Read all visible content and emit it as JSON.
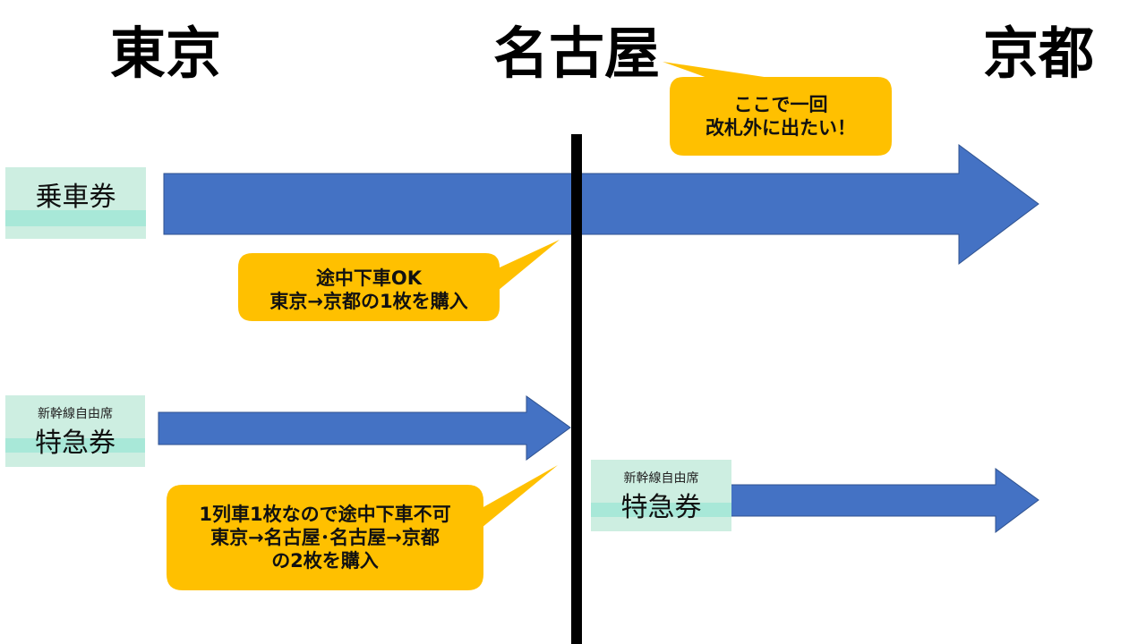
{
  "stations": {
    "tokyo": "東京",
    "nagoya": "名古屋",
    "kyoto": "京都"
  },
  "tickets": {
    "jousha": {
      "label": "乗車券"
    },
    "tokkyu_tokyo_nagoya": {
      "sublabel": "新幹線自由席",
      "label": "特急券"
    },
    "tokkyu_nagoya_kyoto": {
      "sublabel": "新幹線自由席",
      "label": "特急券"
    }
  },
  "callouts": {
    "exit_gate": {
      "line1": "ここで一回",
      "line2": "改札外に出たい！"
    },
    "stopover_ok": {
      "line1": "途中下車OK",
      "line2": "東京→京都の1枚を購入"
    },
    "stopover_ng": {
      "line1": "1列車1枚なので途中下車不可",
      "line2": "東京→名古屋･名古屋→京都",
      "line3": "の2枚を購入"
    }
  },
  "colors": {
    "arrow": "#4472c4",
    "callout": "#ffc000",
    "ticket_bg": "#cdeee1",
    "ticket_stripe": "#a8e8d8",
    "divider": "#000000"
  }
}
